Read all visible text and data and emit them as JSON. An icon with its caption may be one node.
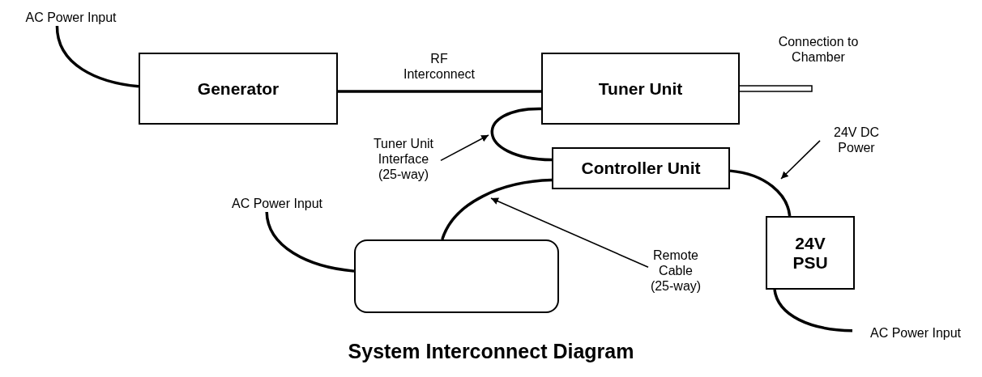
{
  "diagram": {
    "caption": "System Interconnect Diagram",
    "nodes": [
      {
        "text": [
          "AC Power Input"
        ]
      },
      {
        "text": [
          "Generator"
        ]
      },
      {
        "text": [
          "Tuner Unit"
        ]
      },
      {
        "text": [
          "Tuner Unit Interface (25-way)"
        ]
      },
      {
        "text": [
          "Controller Unit"
        ]
      },
      {
        "text": [
          "24V DC Power"
        ]
      },
      {
        "text": [
          "AC Power Input"
        ]
      },
      {
        "text": [],
        "shape": "box"
      },
      {
        "text": [
          "Remote Cable (25-way)"
        ]
      },
      {
        "text": [
          "24V PSU"
        ]
      },
      {
        "text": [
          "AC Power Input"
        ]
      }
    ],
    "edges": [
      {
        "from": 0,
        "to": 1,
        "arrow": "none"
      },
      {
        "from": 1,
        "to": 2,
        "arrow": "none",
        "label": "RF Interconnect"
      },
      {
        "from": 2,
        "to": null,
        "arrow": "none"
      },
      {
        "from": 2,
        "to": 4,
        "arrow": "none"
      },
      {
        "from": 3,
        "to": null,
        "arrow": "to"
      },
      {
        "from": 4,
        "to": 9,
        "arrow": "none"
      },
      {
        "from": 5,
        "to": null,
        "arrow": "to"
      },
      {
        "from": 6,
        "to": 7,
        "arrow": "none"
      },
      {
        "from": 7,
        "to": 4,
        "arrow": "none"
      },
      {
        "from": 8,
        "to": null,
        "arrow": "to"
      },
      {
        "from": 9,
        "to": 10,
        "arrow": "none"
      }
    ],
    "labels": [
      "Connection to Chamber"
    ]
  }
}
